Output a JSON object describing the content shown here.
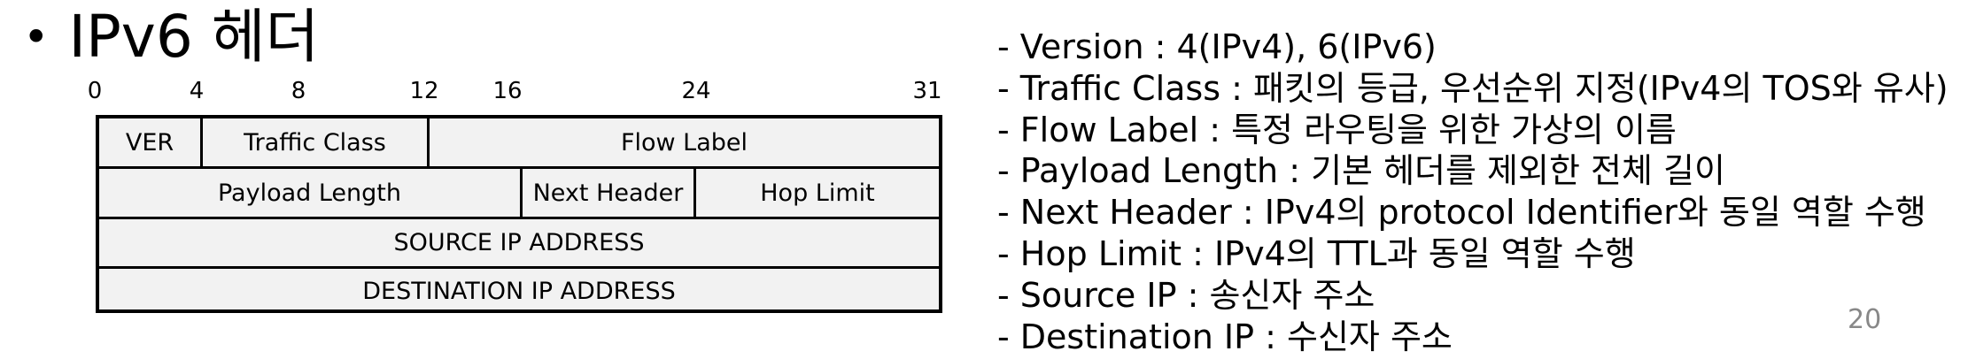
{
  "slide": {
    "bullet": "•",
    "title": "IPv6 헤더",
    "page_number": "20"
  },
  "bit_ruler": {
    "ticks": [
      "0",
      "4",
      "8",
      "12",
      "16",
      "24",
      "31"
    ]
  },
  "header_fields": {
    "row1": [
      "VER",
      "Traffic Class",
      "Flow Label"
    ],
    "row2": [
      "Payload Length",
      "Next Header",
      "Hop Limit"
    ],
    "row3": [
      "SOURCE IP ADDRESS"
    ],
    "row4": [
      "DESTINATION IP ADDRESS"
    ]
  },
  "descriptions": [
    "- Version : 4(IPv4), 6(IPv6)",
    "- Traffic Class : 패킷의 등급, 우선순위 지정(IPv4의 TOS와 유사)",
    "- Flow Label : 특정 라우팅을 위한 가상의 이름",
    "- Payload Length : 기본 헤더를 제외한 전체 길이",
    "- Next Header : IPv4의 protocol Identifier와 동일 역할 수행",
    "- Hop Limit : IPv4의 TTL과 동일 역할 수행",
    "- Source IP : 송신자 주소",
    "- Destination IP : 수신자 주소"
  ]
}
